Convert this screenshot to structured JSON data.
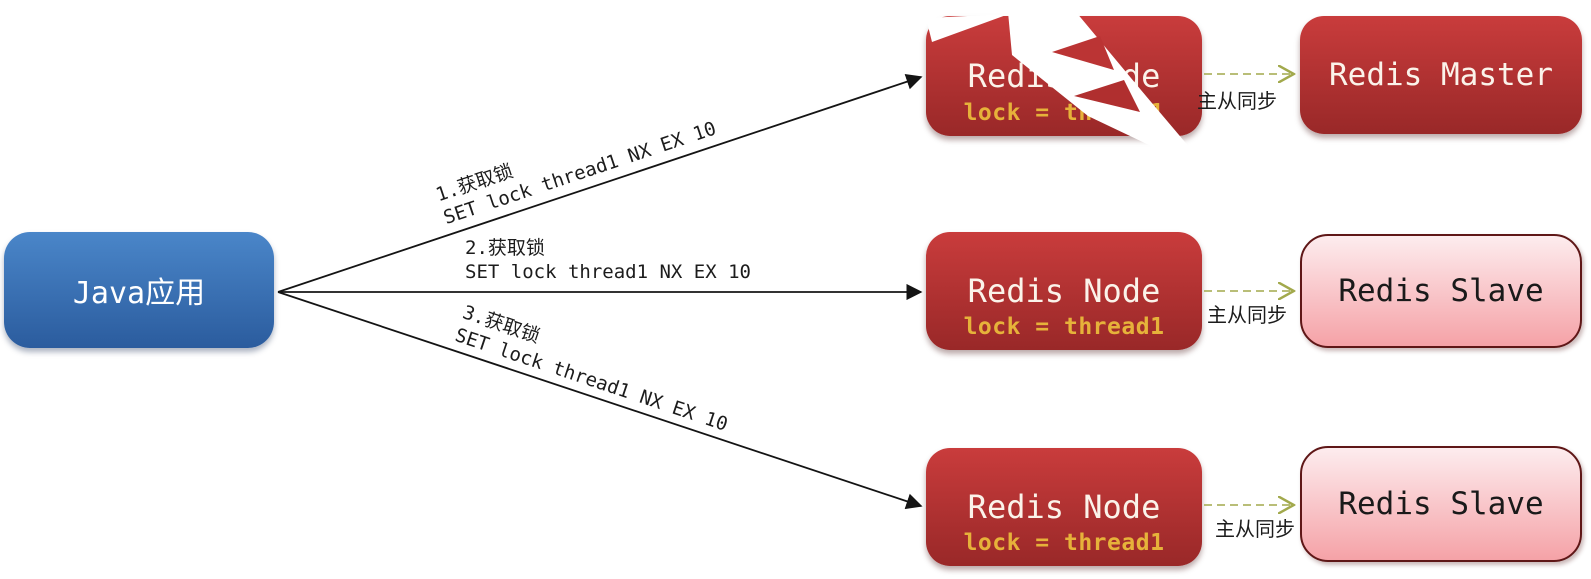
{
  "diagram": {
    "java_app": {
      "label": "Java应用"
    },
    "redis_nodes": [
      {
        "title": "Redis Node",
        "lock": "lock = thread1"
      },
      {
        "title": "Redis Node",
        "lock": "lock = thread1"
      },
      {
        "title": "Redis Node",
        "lock": "lock = thread1"
      }
    ],
    "redis_master": {
      "label": "Redis Master"
    },
    "redis_slaves": [
      {
        "label": "Redis Slave"
      },
      {
        "label": "Redis Slave"
      }
    ],
    "acquire_edges": [
      {
        "step": "1.获取锁",
        "command": "SET lock thread1 NX EX 10"
      },
      {
        "step": "2.获取锁",
        "command": "SET lock thread1 NX EX 10"
      },
      {
        "step": "3.获取锁",
        "command": "SET lock thread1 NX EX 10"
      }
    ],
    "sync_edges": [
      {
        "label": "主从同步"
      },
      {
        "label": "主从同步"
      },
      {
        "label": "主从同步"
      }
    ]
  },
  "colors": {
    "java_box_top": "#4a86c9",
    "java_box_bottom": "#2b5c9e",
    "redis_box_top": "#c93c3c",
    "redis_box_bottom": "#992828",
    "slave_box_top": "#fdecee",
    "slave_box_bottom": "#f5a2a7",
    "slave_border": "#5f1717",
    "lock_text": "#e6b23a",
    "sync_dash": "#a2a94c",
    "arrow": "#141414",
    "label_text": "#1c1c1c",
    "bolt": "#ffffff",
    "bolt_notch_upper": "#bb3434",
    "bolt_notch_lower": "#b02f2f"
  }
}
